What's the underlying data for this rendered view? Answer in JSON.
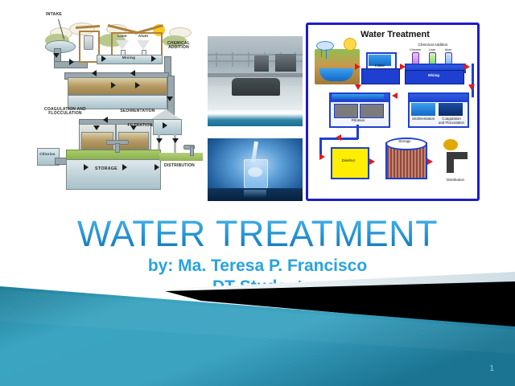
{
  "slide": {
    "title": "WATER TREATMENT",
    "subtitle_line1": "by:  Ma. Teresa P. Francisco",
    "subtitle_line2": "DT Student",
    "page_number": "1",
    "title_color": "#2f9fdb",
    "subtitle_color": "#27a3dd",
    "banner_teal": "#1f7e98",
    "banner_teal_light": "#3fa3bf",
    "banner_black": "#000000",
    "banner_pale": "#d3e0e6",
    "background_color": "#ffffff"
  },
  "diagram_left": {
    "name": "hand-drawn-water-treatment-flow-diagram",
    "labels": {
      "intake": "INTAKE",
      "lime": "Lime",
      "alum": "Alum",
      "mixing": "Mixing",
      "chemical_addition": "CHEMICAL\nADDITION",
      "chemical_addition_line1": "CHEMICAL",
      "chemical_addition_line2": "ADDITION",
      "coagulation_line1": "COAGULATION AND",
      "coagulation_line2": "FLOCCULATION",
      "sedimentation": "SEDIMENTATION",
      "filtration": "FILTRATION",
      "chlorine": "Chlorine",
      "storage": "STORAGE",
      "distribution": "DISTRIBUTION"
    }
  },
  "photo_plant": {
    "name": "water-treatment-plant-photo",
    "description": "Photograph of a treatment plant basin with metal railings and equipment"
  },
  "photo_glass": {
    "name": "glass-of-water-photo",
    "description": "Water being poured into a clear drinking glass on a blue background"
  },
  "diagram_right": {
    "name": "water-treatment-schematic-diagram",
    "title": "Water Treatment",
    "labels": {
      "chemical_addition": "Chemical Addition",
      "chlorine": "Chlorine",
      "lime": "Lime",
      "alum": "Alum",
      "intake": "Intake",
      "mixing": "Mixing",
      "sedimentation": "Sedimentation",
      "coagulation_line1": "Coagulation",
      "coagulation_line2": "and Flocculation",
      "filtration": "Filtration",
      "disinfect": "Disinfect",
      "storage": "Storage",
      "distribution": "Distribution"
    },
    "colors": {
      "border": "#1d1dc8",
      "box": "#1f3fd0",
      "arrow": "#e21b1b",
      "disinfect_fill": "#ffee00"
    }
  }
}
